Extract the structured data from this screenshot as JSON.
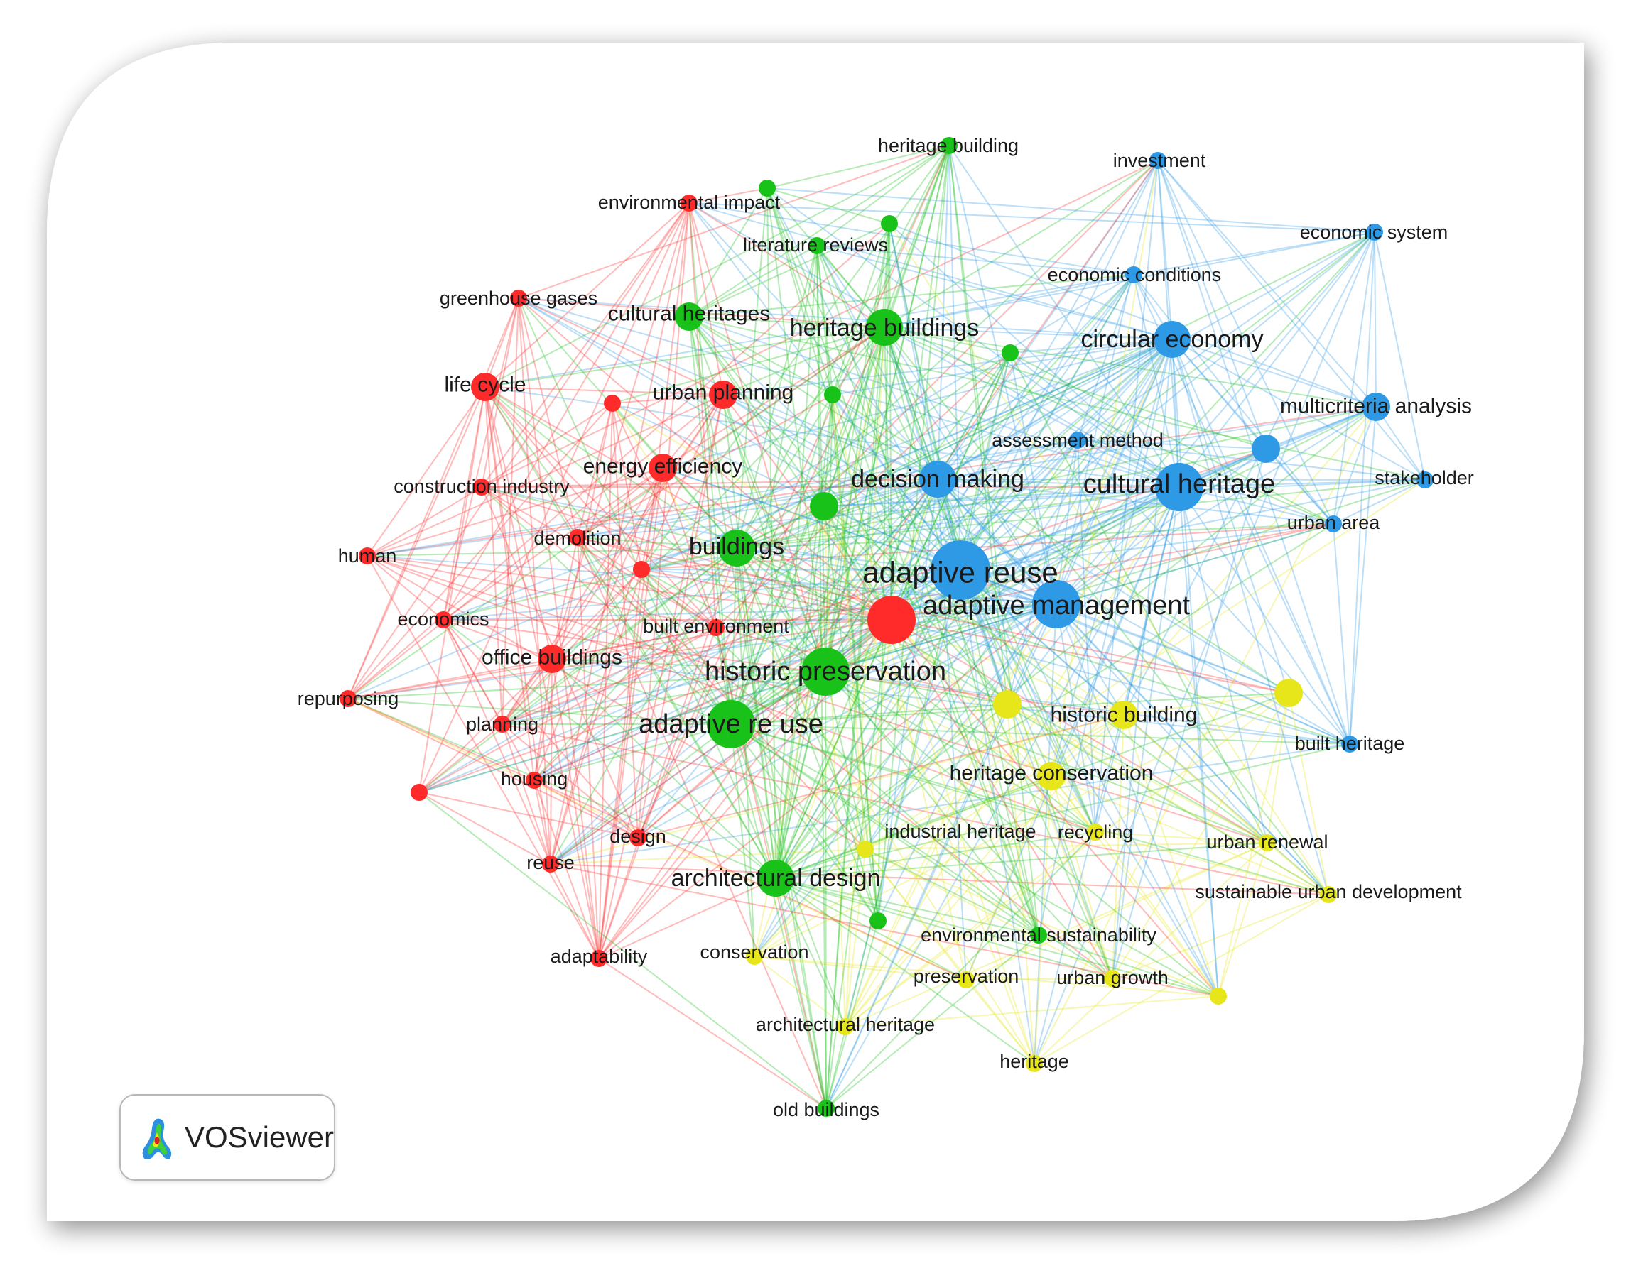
{
  "brand": {
    "name": "VOSviewer",
    "icon": "vosviewer-logo-icon"
  },
  "colors": {
    "cluster1": "#ff2b2b",
    "cluster2": "#19c219",
    "cluster3": "#2e9ae6",
    "cluster4": "#e6e61a"
  },
  "nodes": [
    {
      "id": "heritage_building",
      "label": "heritage building",
      "cluster": 2,
      "weight": 1
    },
    {
      "id": "investment",
      "label": "investment",
      "cluster": 3,
      "weight": 1
    },
    {
      "id": "environmental_impact",
      "label": "environmental impact",
      "cluster": 1,
      "weight": 1
    },
    {
      "id": "economic_system",
      "label": "economic system",
      "cluster": 3,
      "weight": 1
    },
    {
      "id": "literature_reviews",
      "label": "literature reviews",
      "cluster": 2,
      "weight": 1
    },
    {
      "id": "economic_conditions",
      "label": "economic conditions",
      "cluster": 3,
      "weight": 1
    },
    {
      "id": "greenhouse_gases",
      "label": "greenhouse gases",
      "cluster": 1,
      "weight": 1
    },
    {
      "id": "cultural_heritages",
      "label": "cultural heritages",
      "cluster": 2,
      "weight": 2
    },
    {
      "id": "heritage_buildings",
      "label": "heritage buildings",
      "cluster": 2,
      "weight": 3
    },
    {
      "id": "circular_economy",
      "label": "circular economy",
      "cluster": 3,
      "weight": 3
    },
    {
      "id": "life_cycle",
      "label": "life cycle",
      "cluster": 1,
      "weight": 2
    },
    {
      "id": "urban_planning",
      "label": "urban planning",
      "cluster": 1,
      "weight": 2
    },
    {
      "id": "multicriteria_analysis",
      "label": "multicriteria analysis",
      "cluster": 3,
      "weight": 2
    },
    {
      "id": "assessment_method",
      "label": "assessment method",
      "cluster": 3,
      "weight": 1
    },
    {
      "id": "energy_efficiency",
      "label": "energy efficiency",
      "cluster": 1,
      "weight": 2
    },
    {
      "id": "construction_industry",
      "label": "construction industry",
      "cluster": 1,
      "weight": 1
    },
    {
      "id": "decision_making",
      "label": "decision making",
      "cluster": 3,
      "weight": 3
    },
    {
      "id": "cultural_heritage",
      "label": "cultural heritage",
      "cluster": 3,
      "weight": 4
    },
    {
      "id": "stakeholder",
      "label": "stakeholder",
      "cluster": 3,
      "weight": 1
    },
    {
      "id": "urban_area",
      "label": "urban area",
      "cluster": 3,
      "weight": 1
    },
    {
      "id": "demolition",
      "label": "demolition",
      "cluster": 1,
      "weight": 1
    },
    {
      "id": "buildings",
      "label": "buildings",
      "cluster": 2,
      "weight": 3
    },
    {
      "id": "human",
      "label": "human",
      "cluster": 1,
      "weight": 1
    },
    {
      "id": "adaptive_reuse",
      "label": "adaptive reuse",
      "cluster": 3,
      "weight": 5
    },
    {
      "id": "economics",
      "label": "economics",
      "cluster": 1,
      "weight": 1
    },
    {
      "id": "built_environment",
      "label": "built environment",
      "cluster": 1,
      "weight": 1
    },
    {
      "id": "adaptive_management",
      "label": "adaptive management",
      "cluster": 3,
      "weight": 4
    },
    {
      "id": "office_buildings",
      "label": "office buildings",
      "cluster": 1,
      "weight": 2
    },
    {
      "id": "historic_preservation",
      "label": "historic preservation",
      "cluster": 2,
      "weight": 4
    },
    {
      "id": "repurposing",
      "label": "repurposing",
      "cluster": 1,
      "weight": 1
    },
    {
      "id": "historic_building",
      "label": "historic building",
      "cluster": 4,
      "weight": 2
    },
    {
      "id": "planning",
      "label": "planning",
      "cluster": 1,
      "weight": 1
    },
    {
      "id": "adaptive_re_use",
      "label": "adaptive re use",
      "cluster": 2,
      "weight": 4
    },
    {
      "id": "built_heritage",
      "label": "built heritage",
      "cluster": 3,
      "weight": 1
    },
    {
      "id": "heritage_conservation",
      "label": "heritage conservation",
      "cluster": 4,
      "weight": 2
    },
    {
      "id": "housing",
      "label": "housing",
      "cluster": 1,
      "weight": 1
    },
    {
      "id": "design",
      "label": "design",
      "cluster": 1,
      "weight": 1
    },
    {
      "id": "industrial_heritage",
      "label": "industrial heritage",
      "cluster": 4,
      "weight": 1
    },
    {
      "id": "recycling",
      "label": "recycling",
      "cluster": 4,
      "weight": 1
    },
    {
      "id": "urban_renewal",
      "label": "urban renewal",
      "cluster": 4,
      "weight": 1
    },
    {
      "id": "reuse",
      "label": "reuse",
      "cluster": 1,
      "weight": 1
    },
    {
      "id": "architectural_design",
      "label": "architectural design",
      "cluster": 2,
      "weight": 3
    },
    {
      "id": "sustainable_urban_development",
      "label": "sustainable urban development",
      "cluster": 4,
      "weight": 1
    },
    {
      "id": "environmental_sustainability",
      "label": "environmental sustainability",
      "cluster": 2,
      "weight": 1
    },
    {
      "id": "conservation",
      "label": "conservation",
      "cluster": 4,
      "weight": 1
    },
    {
      "id": "adaptability",
      "label": "adaptability",
      "cluster": 1,
      "weight": 1
    },
    {
      "id": "preservation",
      "label": "preservation",
      "cluster": 4,
      "weight": 1
    },
    {
      "id": "urban_growth",
      "label": "urban growth",
      "cluster": 4,
      "weight": 1
    },
    {
      "id": "architectural_heritage",
      "label": "architectural heritage",
      "cluster": 4,
      "weight": 1
    },
    {
      "id": "heritage",
      "label": "heritage",
      "cluster": 4,
      "weight": 1
    },
    {
      "id": "old_buildings",
      "label": "old buildings",
      "cluster": 2,
      "weight": 1
    },
    {
      "id": "u_red_main",
      "label": "",
      "cluster": 1,
      "weight": 4
    },
    {
      "id": "u_red_a",
      "label": "",
      "cluster": 1,
      "weight": 1
    },
    {
      "id": "u_red_b",
      "label": "",
      "cluster": 1,
      "weight": 1
    },
    {
      "id": "u_red_c",
      "label": "",
      "cluster": 1,
      "weight": 1
    },
    {
      "id": "u_green_a",
      "label": "",
      "cluster": 2,
      "weight": 1
    },
    {
      "id": "u_green_b",
      "label": "",
      "cluster": 2,
      "weight": 1
    },
    {
      "id": "u_green_c",
      "label": "",
      "cluster": 2,
      "weight": 1
    },
    {
      "id": "u_green_d",
      "label": "",
      "cluster": 2,
      "weight": 1
    },
    {
      "id": "u_green_e",
      "label": "",
      "cluster": 2,
      "weight": 2
    },
    {
      "id": "u_green_f",
      "label": "",
      "cluster": 2,
      "weight": 1
    },
    {
      "id": "u_blue_a",
      "label": "",
      "cluster": 3,
      "weight": 2
    },
    {
      "id": "u_yellow_a",
      "label": "",
      "cluster": 4,
      "weight": 2
    },
    {
      "id": "u_yellow_b",
      "label": "",
      "cluster": 4,
      "weight": 2
    },
    {
      "id": "u_yellow_c",
      "label": "",
      "cluster": 4,
      "weight": 1
    }
  ]
}
